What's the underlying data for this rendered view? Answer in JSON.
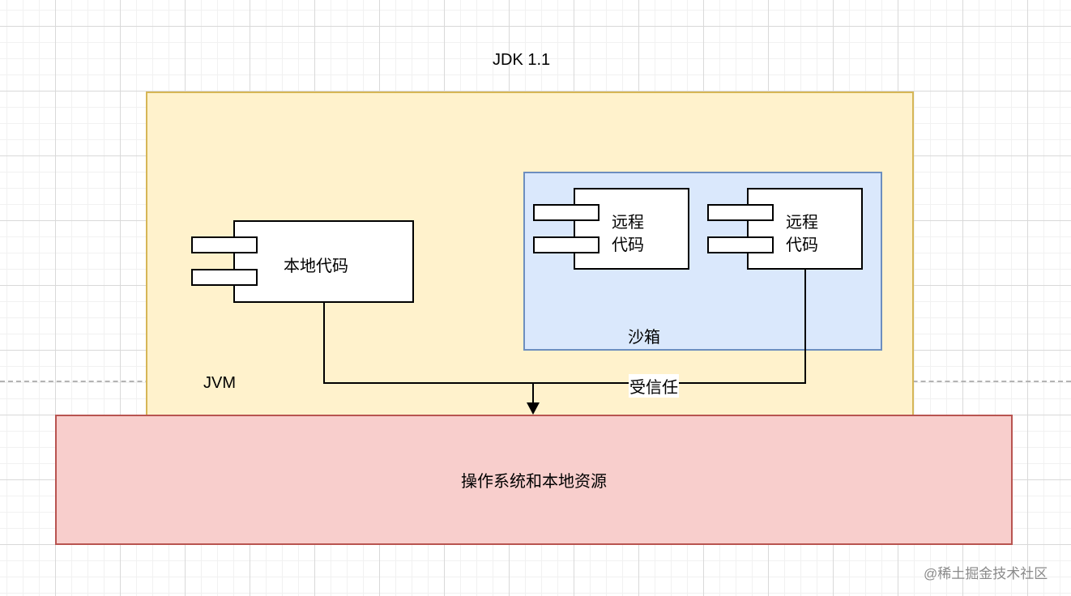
{
  "diagram": {
    "title": "JDK 1.1",
    "containers": {
      "jvm": {
        "label": "JVM",
        "fill": "#fff2cc",
        "stroke": "#d6b656"
      },
      "sandbox": {
        "label": "沙箱",
        "fill": "#dae8fc",
        "stroke": "#6c8ebf"
      },
      "os": {
        "label": "操作系统和本地资源",
        "fill": "#f8cecc",
        "stroke": "#b85450"
      }
    },
    "components": {
      "local_code": {
        "label": "本地代码"
      },
      "remote_code_1": {
        "line1": "远程",
        "line2": "代码"
      },
      "remote_code_2": {
        "line1": "远程",
        "line2": "代码"
      }
    },
    "edges": {
      "trusted": {
        "label": "受信任",
        "from": [
          "本地代码",
          "远程代码"
        ],
        "to": "操作系统和本地资源"
      }
    }
  },
  "watermark": "@稀土掘金技术社区"
}
